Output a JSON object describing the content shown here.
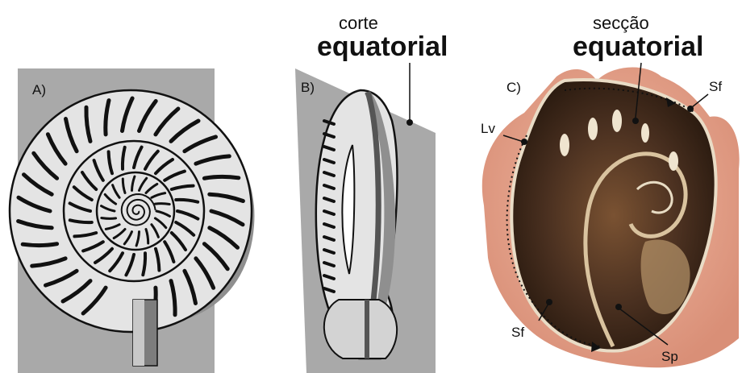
{
  "panels": {
    "a": {
      "letter": "A)"
    },
    "b": {
      "letter": "B)",
      "title_line1": "corte",
      "title_line2": "equatorial"
    },
    "c": {
      "letter": "C)",
      "title_line1": "secção",
      "title_line2": "equatorial",
      "labels": {
        "lv": "Lv",
        "sf_top": "Sf",
        "sf_bottom": "Sf",
        "sp": "Sp"
      }
    }
  },
  "colors": {
    "plane": "#a9a9a9",
    "plane_dark": "#7d7d7d",
    "shell_fill": "#e4e4e4",
    "shell_shadow": "#8f8f8f",
    "fossil_dark": "#3a2617",
    "fossil_mid": "#7a5232",
    "fossil_light": "#c7a47c",
    "skin": "#e6a68e"
  }
}
